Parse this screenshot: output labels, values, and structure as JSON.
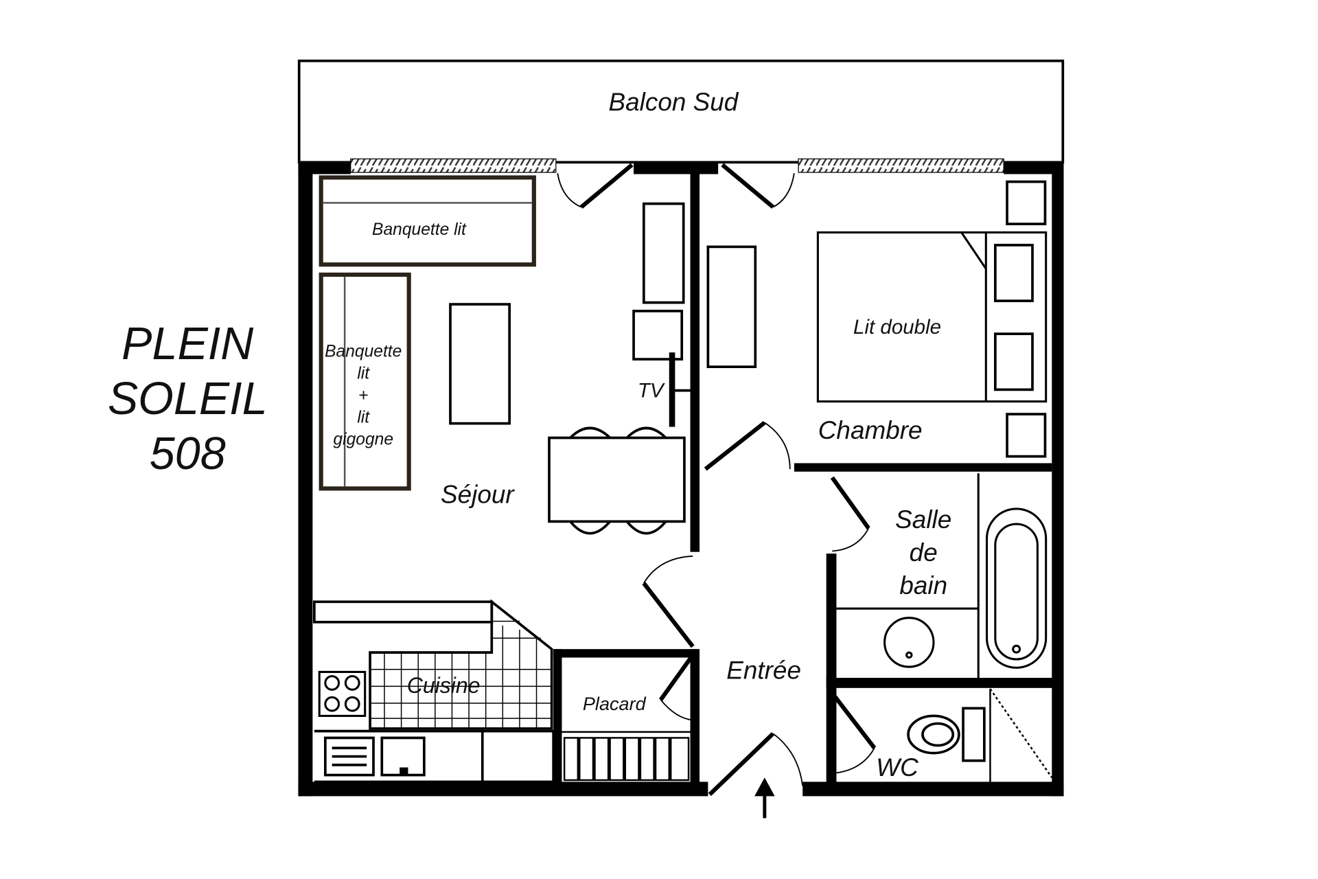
{
  "title": {
    "line1": "PLEIN",
    "line2": "SOLEIL",
    "line3": "508"
  },
  "rooms": {
    "balcony": "Balcon  Sud",
    "living": "Séjour",
    "bedroom": "Chambre",
    "bathroom": [
      "Salle",
      "de",
      "bain"
    ],
    "entry": "Entrée",
    "kitchen": "Cuisine",
    "closet": "Placard",
    "wc": "WC"
  },
  "furniture": {
    "sofa_bed": "Banquette lit",
    "sofa_bed_trundle": [
      "Banquette",
      "lit",
      "+",
      "lit",
      "gigogne"
    ],
    "tv": "TV",
    "double_bed": "Lit double"
  }
}
